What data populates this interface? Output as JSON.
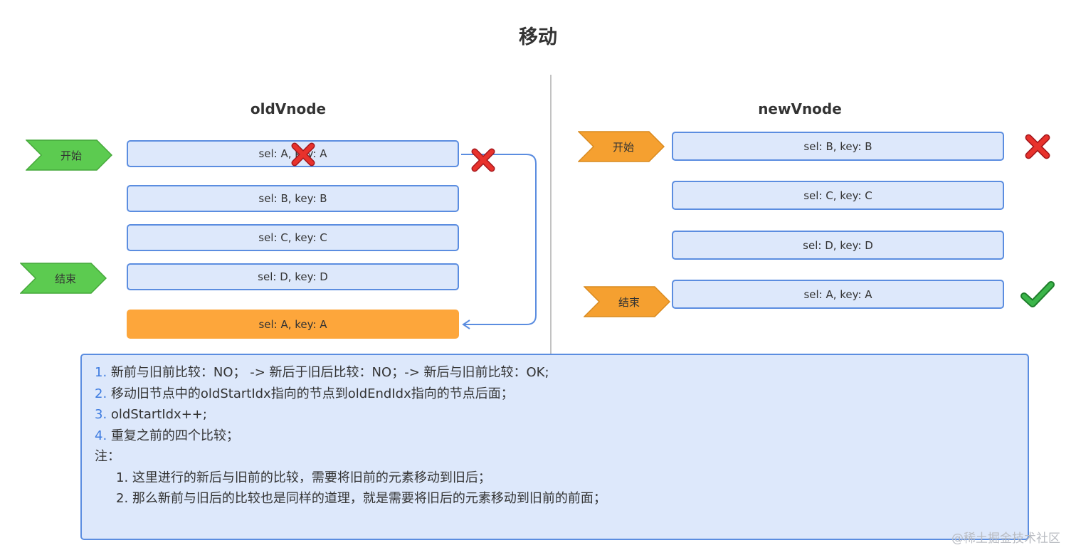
{
  "title": "移动",
  "old": {
    "heading": "oldVnode",
    "start_label": "开始",
    "end_label": "结束",
    "nodes": [
      "sel: A, key: A",
      "sel: B, key: B",
      "sel: C, key: C",
      "sel: D, key: D"
    ],
    "moved_node": "sel: A, key: A"
  },
  "new": {
    "heading": "newVnode",
    "start_label": "开始",
    "end_label": "结束",
    "nodes": [
      "sel: B, key: B",
      "sel: C, key: C",
      "sel: D, key: D",
      "sel: A, key: A"
    ]
  },
  "notes": {
    "items": [
      {
        "num": "1.",
        "text": " 新前与旧前比较：NO； -> 新后于旧后比较：NO；-> 新后与旧前比较：OK;"
      },
      {
        "num": "2.",
        "text": " 移动旧节点中的oldStartIdx指向的节点到oldEndIdx指向的节点后面；"
      },
      {
        "num": "3.",
        "text": " oldStartIdx++;"
      },
      {
        "num": "4.",
        "text": " 重复之前的四个比较；"
      }
    ],
    "note_label": "注：",
    "sub_items": [
      "1. 这里进行的新后与旧前的比较，需要将旧前的元素移动到旧后；",
      "2. 那么新前与旧后的比较也是同样的道理，就是需要将旧后的元素移动到旧前的前面；"
    ]
  },
  "watermark": "@稀土掘金技术社区",
  "colors": {
    "node_fill": "#dde8fb",
    "node_border": "#5b8de0",
    "highlight": "#fda63b",
    "start_green": "#5ccb50",
    "start_orange": "#f5a030",
    "cross_red": "#e8322c",
    "check_green": "#3bb54a"
  },
  "icons": {
    "cross": "cross-icon",
    "check": "check-icon"
  }
}
